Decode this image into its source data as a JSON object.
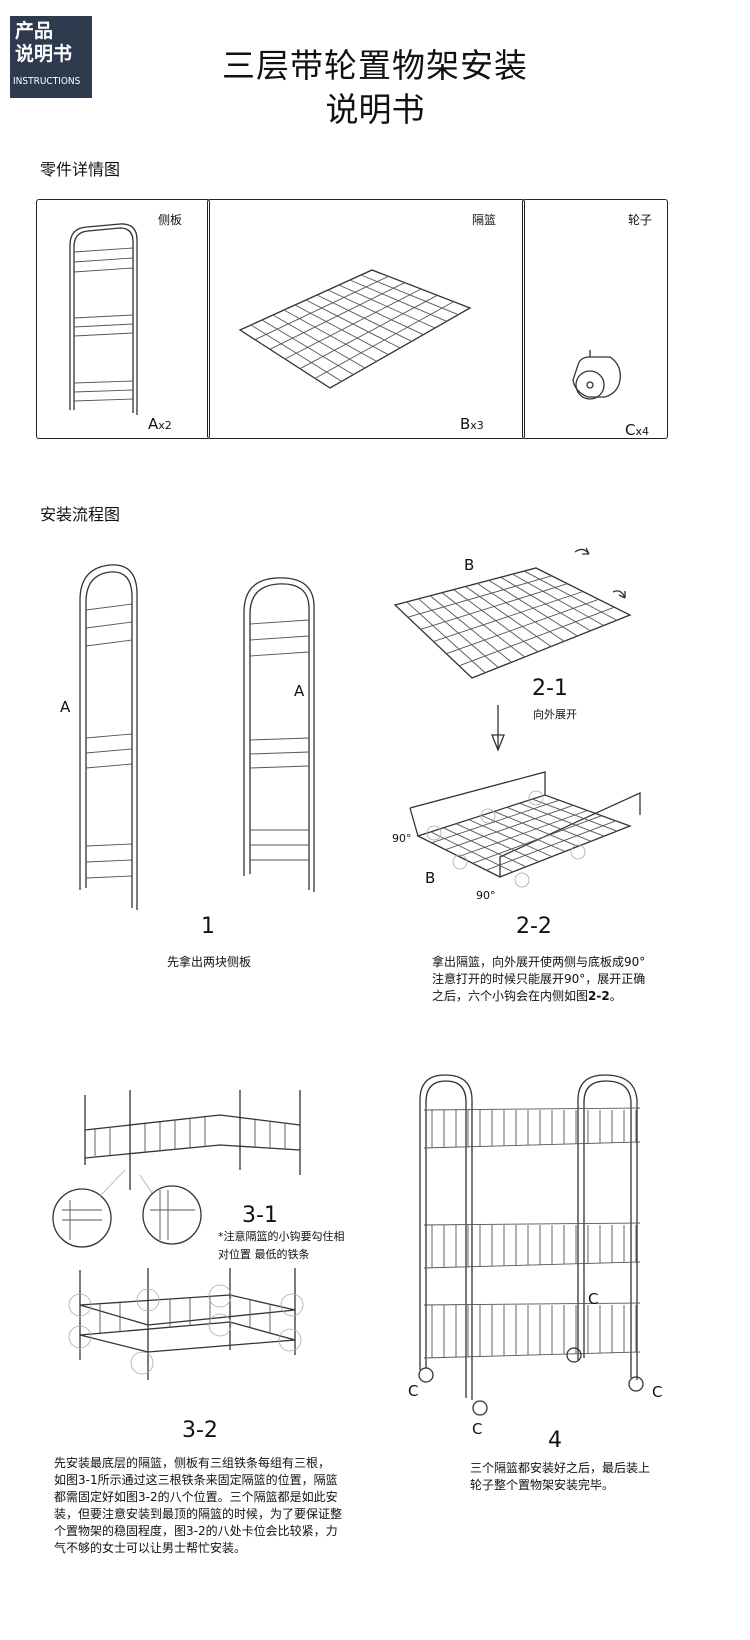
{
  "badge": {
    "line1": "产品",
    "line2": "说明书",
    "line3": "INSTRUCTIONS"
  },
  "title": {
    "line1": "三层带轮置物架安装",
    "line2": "说明书"
  },
  "parts": {
    "heading": "零件详情图",
    "side_panel": {
      "label": "侧板",
      "letter": "A",
      "count": "x2"
    },
    "basket": {
      "label": "隔篮",
      "letter": "B",
      "count": "x3"
    },
    "wheel": {
      "label": "轮子",
      "letter": "C",
      "count": "x4"
    }
  },
  "flow": {
    "heading": "安装流程图",
    "step1": {
      "number": "1",
      "label_a1": "A",
      "label_a2": "A",
      "desc": "先拿出两块侧板"
    },
    "step2_1": {
      "number": "2-1",
      "label_b": "B",
      "desc": "向外展开"
    },
    "step2_2": {
      "number": "2-2",
      "label_b": "B",
      "angle1": "90°",
      "angle2": "90°",
      "desc_line1": "拿出隔篮，向外展开使两侧与底板成90°",
      "desc_line2": "注意打开的时候只能展开90°，展开正确",
      "desc_line3_pre": "之后，六个小钩会在内侧如图",
      "desc_line3_ref": "2-2",
      "desc_line3_post": "。"
    },
    "step3_1": {
      "number": "3-1",
      "note_line1": "*注意隔篮的小钩要勾住相",
      "note_line2": "对位置 最低的铁条"
    },
    "step3_2": {
      "number": "3-2",
      "desc_lines": [
        "先安装最底层的隔篮，侧板有三组铁条每组有三根，",
        "如图3-1所示通过这三根铁条来固定隔篮的位置，隔篮",
        "都需固定好如图3-2的八个位置。三个隔篮都是如此安",
        "装，但要注意安装到最顶的隔篮的时候，为了要保证整",
        "个置物架的稳固程度，图3-2的八处卡位会比较紧，力",
        "气不够的女士可以让男士帮忙安装。"
      ]
    },
    "step4": {
      "number": "4",
      "c1": "C",
      "c2": "C",
      "c3": "C",
      "c4": "C",
      "desc_line1": "三个隔篮都安装好之后，最后装上",
      "desc_line2": "轮子整个置物架安装完毕。"
    }
  }
}
